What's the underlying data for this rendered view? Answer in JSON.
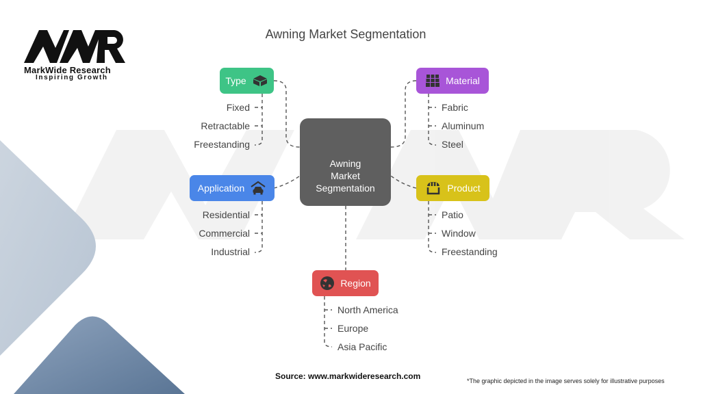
{
  "title": "Awning Market Segmentation",
  "logo": {
    "mark": "MWR",
    "name": "MarkWide Research",
    "tagline": "Inspiring Growth"
  },
  "center": {
    "label": "Awning Market Segmentation"
  },
  "categories": [
    {
      "label": "Type",
      "icon": "box-icon",
      "color": "#3ec486",
      "items": [
        "Fixed",
        "Retractable",
        "Freestanding"
      ]
    },
    {
      "label": "Material",
      "icon": "roof-tiles-icon",
      "color": "#a855d8",
      "items": [
        "Fabric",
        "Aluminum",
        "Steel"
      ]
    },
    {
      "label": "Application",
      "icon": "car-garage-icon",
      "color": "#4a86e8",
      "items": [
        "Residential",
        "Commercial",
        "Industrial"
      ]
    },
    {
      "label": "Product",
      "icon": "storefront-awning-icon",
      "color": "#d8c21a",
      "items": [
        "Patio",
        "Window",
        "Freestanding"
      ]
    },
    {
      "label": "Region",
      "icon": "globe-icon",
      "color": "#e05353",
      "items": [
        "North America",
        "Europe",
        "Asia Pacific"
      ]
    }
  ],
  "footer": {
    "source": "Source: www.markwideresearch.com",
    "note": "*The graphic depicted in the image serves solely for illustrative purposes"
  }
}
